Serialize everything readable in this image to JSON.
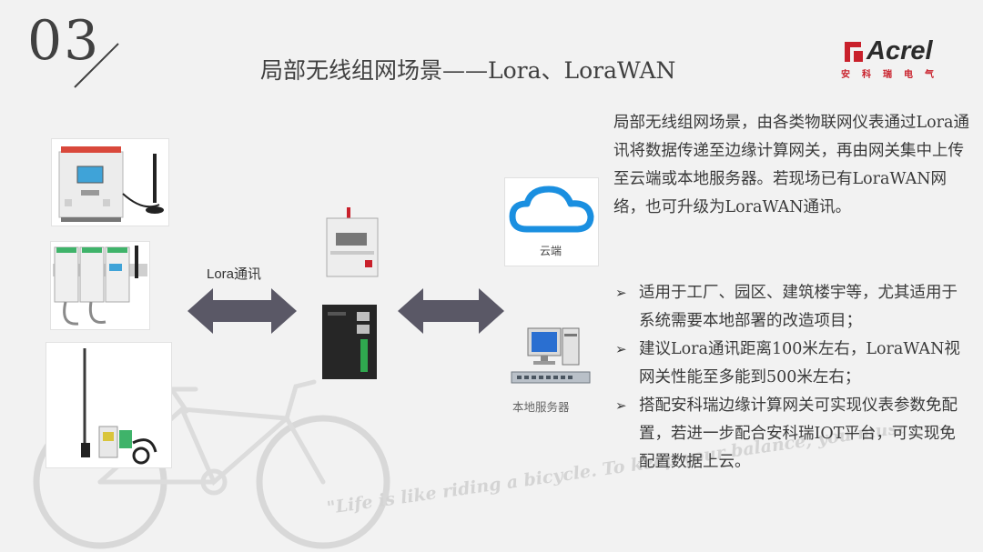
{
  "header": {
    "slide_number": "03",
    "title": "局部无线组网场景——Lora、LoraWAN",
    "logo_text": "Acrel",
    "logo_subtitle": "安科瑞电气"
  },
  "diagram": {
    "lora_label": "Lora通讯",
    "cloud_label": "云端",
    "server_label": "本地服务器"
  },
  "content": {
    "paragraph": "局部无线组网场景，由各类物联网仪表通过Lora通讯将数据传递至边缘计算网关，再由网关集中上传至云端或本地服务器。若现场已有LoraWAN网络，也可升级为LoraWAN通讯。",
    "bullets": [
      "适用于工厂、园区、建筑楼宇等，尤其适用于系统需要本地部署的改造项目；",
      "建议Lora通讯距离100米左右，LoraWAN视网关性能至多能到500米左右；",
      "搭配安科瑞边缘计算网关可实现仪表参数免配置，若进一步配合安科瑞IOT平台，可实现免配置数据上云。"
    ]
  },
  "background": {
    "motto": "\"Life is like riding a bicycle. To keep your balance, you must keep moving.\""
  },
  "colors": {
    "accent_red": "#c9202b",
    "arrow": "#5a5866",
    "cloud": "#1a8fe0"
  }
}
